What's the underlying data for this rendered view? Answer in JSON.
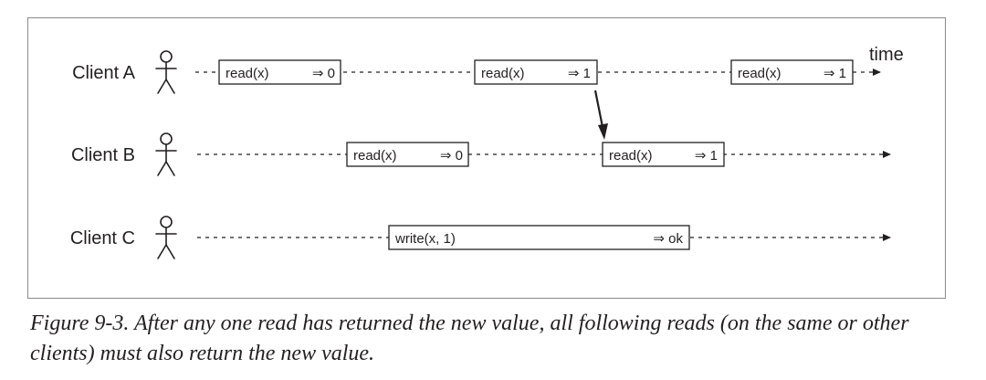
{
  "diagram": {
    "time_label": "time",
    "clients": [
      {
        "name": "Client A",
        "operations": [
          {
            "label": "read(x)",
            "result": "⇒ 0"
          },
          {
            "label": "read(x)",
            "result": "⇒ 1"
          },
          {
            "label": "read(x)",
            "result": "⇒ 1"
          }
        ]
      },
      {
        "name": "Client B",
        "operations": [
          {
            "label": "read(x)",
            "result": "⇒ 0"
          },
          {
            "label": "read(x)",
            "result": "⇒ 1"
          }
        ]
      },
      {
        "name": "Client C",
        "operations": [
          {
            "label": "write(x, 1)",
            "result": "⇒ ok"
          }
        ]
      }
    ]
  },
  "caption": "Figure 9-3. After any one read has returned the new value, all following reads (on the same or other clients) must also return the new value."
}
